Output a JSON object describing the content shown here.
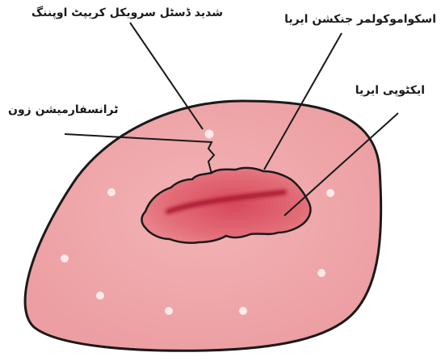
{
  "labels": {
    "punctate": "شدید ڈسٹل سرویکل کریپٹ اوپننگ",
    "squamocolumnar": "اسکواموکولمر جنکشن ایریا",
    "ectopy": "ایکٹوپی ایریا",
    "transformation": "ٹرانسفارمیشن زون"
  },
  "colors": {
    "cervix_fill": "#f0a9ac",
    "cervix_outline": "#1a1a1a",
    "ectopy_fill": "#e0606c",
    "os_color": "#b01e35",
    "dot_color": "#fbe9ea"
  }
}
